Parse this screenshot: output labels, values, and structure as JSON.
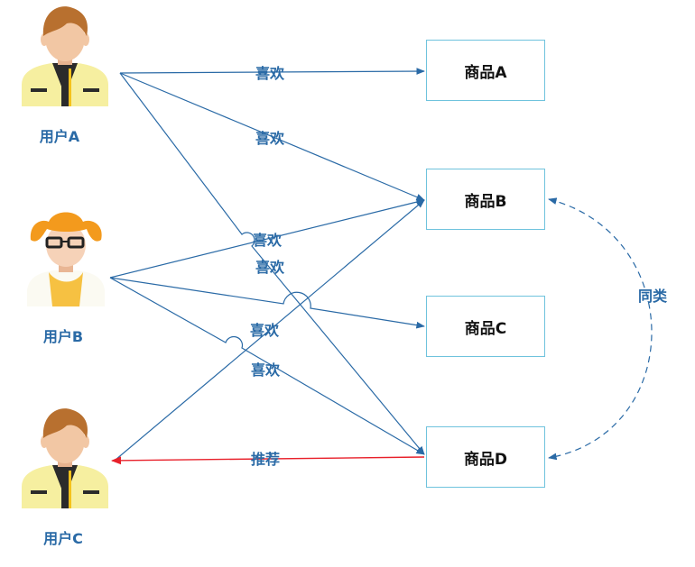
{
  "users": [
    {
      "id": "A",
      "label": "用户A",
      "avatar": "male-user-avatar-icon"
    },
    {
      "id": "B",
      "label": "用户B",
      "avatar": "female-user-avatar-icon"
    },
    {
      "id": "C",
      "label": "用户C",
      "avatar": "male-user-avatar-icon"
    }
  ],
  "items": [
    {
      "id": "A",
      "label": "商品A"
    },
    {
      "id": "B",
      "label": "商品B"
    },
    {
      "id": "C",
      "label": "商品C"
    },
    {
      "id": "D",
      "label": "商品D"
    }
  ],
  "edges": [
    {
      "from": "用户A",
      "to": "商品A",
      "label": "喜欢"
    },
    {
      "from": "用户A",
      "to": "商品B",
      "label": "喜欢"
    },
    {
      "from": "用户A",
      "to": "商品D",
      "label": "喜欢"
    },
    {
      "from": "用户B",
      "to": "商品B",
      "label": "喜欢"
    },
    {
      "from": "用户B",
      "to": "商品C",
      "label": "喜欢"
    },
    {
      "from": "用户B",
      "to": "商品D",
      "label": "喜欢"
    },
    {
      "from": "用户C",
      "to": "商品B",
      "label": "喜欢"
    },
    {
      "from": "商品D",
      "to": "用户C",
      "label": "推荐"
    }
  ],
  "similarity": {
    "between": [
      "商品B",
      "商品D"
    ],
    "label": "同类"
  },
  "colors": {
    "edge": "#2a6aa6",
    "recommend": "#e8202a",
    "box_border": "#6fc3dd",
    "label": "#2a6aa6"
  }
}
